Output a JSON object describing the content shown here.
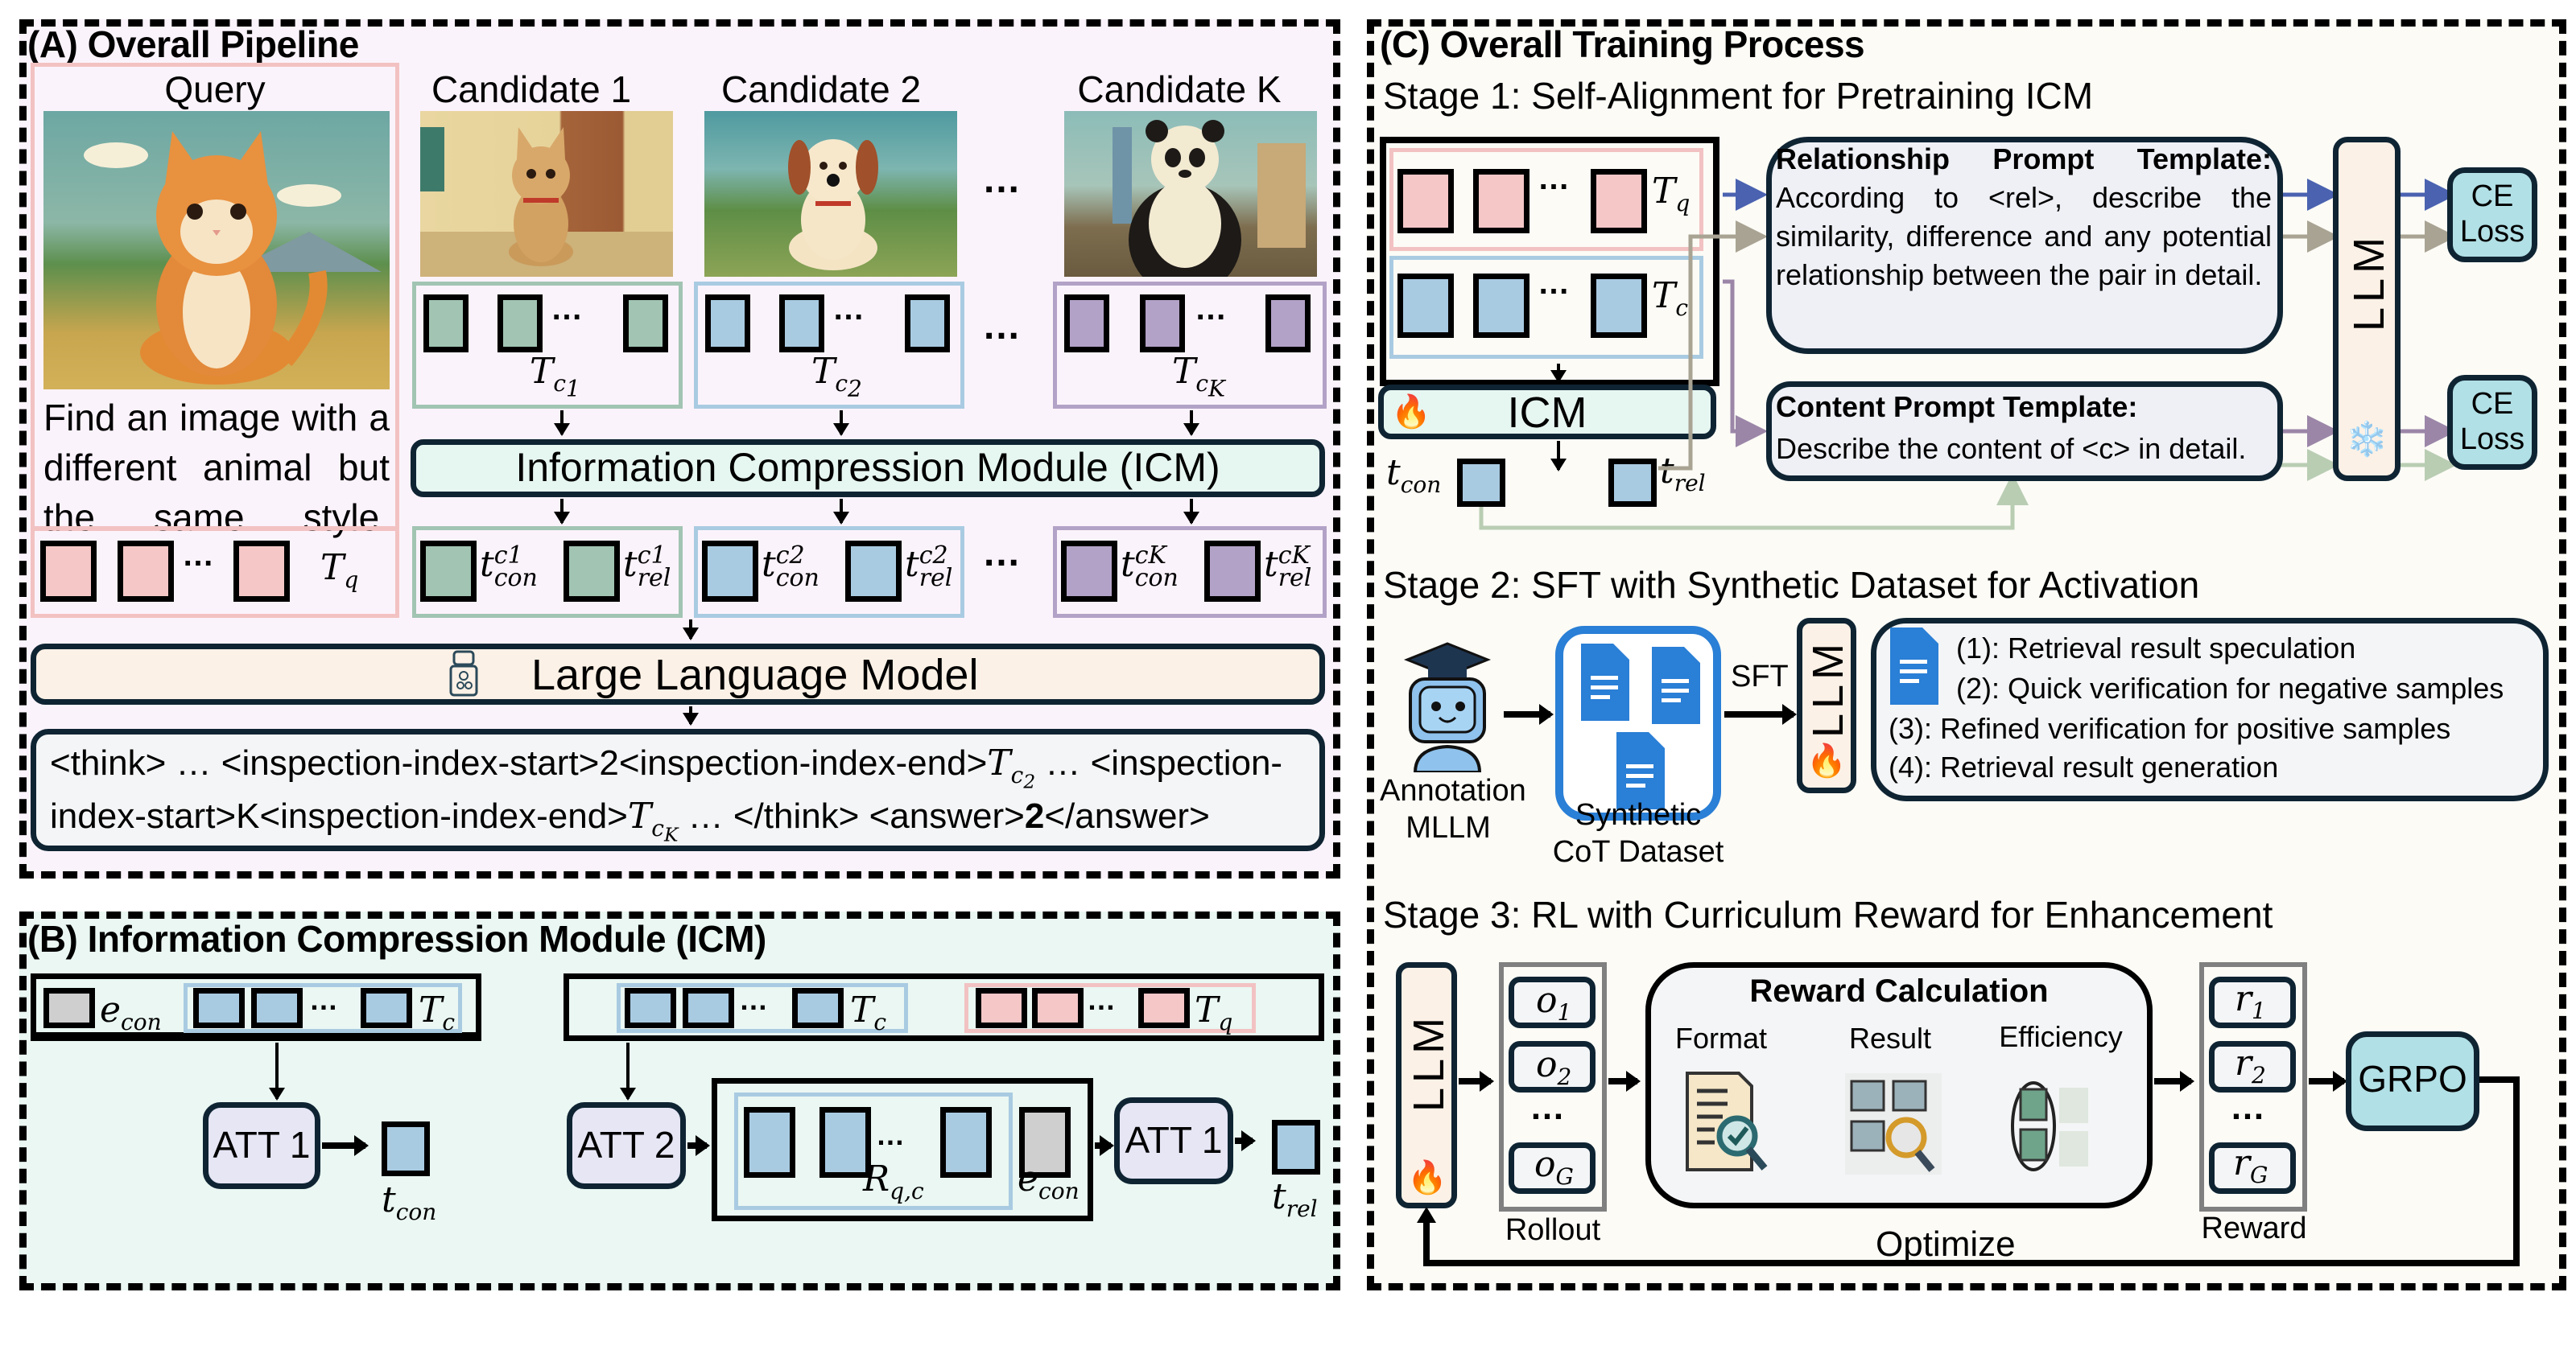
{
  "panel_a": {
    "title": "(A) Overall Pipeline",
    "query_label": "Query",
    "query_text": "Find an image with a different animal but the same style.",
    "query_images": {
      "query": "orange tabby cat cartoon in a grassy field with hills",
      "c1": "striped tabby cat with red collar in front of a door",
      "c2": "cream puppy with red collar on grass",
      "cK": "panda walking down a city street with palm trees"
    },
    "candidates": [
      {
        "label": "Candidate 1",
        "tokens_sym": "T",
        "tokens_sub": "c",
        "tokens_subsub": "1",
        "color": "#a2c4b3",
        "out_sup": "c1"
      },
      {
        "label": "Candidate 2",
        "tokens_sym": "T",
        "tokens_sub": "c",
        "tokens_subsub": "2",
        "color": "#a9cbe2",
        "out_sup": "c2"
      },
      {
        "label": "Candidate K",
        "tokens_sym": "T",
        "tokens_sub": "c",
        "tokens_subsub": "K",
        "color": "#b3a2c7",
        "out_sup": "cK"
      }
    ],
    "ellipsis": "…",
    "icm_label": "Information Compression Module (ICM)",
    "query_tokens_label": "T",
    "query_tokens_sub": "q",
    "t_con": "t",
    "con_sub": "con",
    "rel_sub": "rel",
    "llm_label": "Large Language Model",
    "output": {
      "line1_a": "<think> … <inspection-index-start>2<inspection-index-end>",
      "line1_math": "T",
      "line1_sub": "c",
      "line1_subsub": "2",
      "line1_b": " … <inspection-",
      "line2_a": "index-start>K<inspection-index-end>",
      "line2_math": "T",
      "line2_sub": "c",
      "line2_subsub": "K",
      "line2_b": " … </think> <answer>",
      "answer": "2",
      "line2_c": "</answer>"
    }
  },
  "panel_b": {
    "title": "(B) Information Compression Module (ICM)",
    "e_con": "e",
    "e_con_sub": "con",
    "T_c": "T",
    "T_c_sub": "c",
    "T_q_sub": "q",
    "att1": "ATT 1",
    "att2": "ATT 2",
    "t_con_sub": "con",
    "t_rel_sub": "rel",
    "R_qc": "R",
    "R_qc_sub": "q,c"
  },
  "panel_c": {
    "title": "(C) Overall Training Process",
    "stage1": {
      "title": "Stage 1: Self-Alignment for Pretraining ICM",
      "icm": "ICM",
      "rel_template_title": "Relationship Prompt Template:",
      "rel_template_body": "According to <rel>, describe the similarity, difference and any potential relationship between the pair in detail.",
      "con_template_title": "Content Prompt Template:",
      "con_template_body": "Describe the content of <c> in detail.",
      "llm": "LLM",
      "ce_loss": "CE Loss",
      "colors": {
        "rel_arrow": "#4a62b0",
        "gray_arrow": "#a9a393",
        "purple_arrow": "#9b86a8",
        "green_arrow": "#b9cdb3"
      }
    },
    "stage2": {
      "title": "Stage 2: SFT with Synthetic Dataset for Activation",
      "annotator": "Annotation MLLM",
      "dataset": "Synthetic CoT Dataset",
      "sft": "SFT",
      "llm": "LLM",
      "steps": [
        "(1): Retrieval result speculation",
        "(2): Quick verification for negative samples",
        "(3): Refined verification for positive samples",
        "(4): Retrieval result generation"
      ]
    },
    "stage3": {
      "title": "Stage 3: RL with Curriculum Reward for Enhancement",
      "llm": "LLM",
      "rollout": "Rollout",
      "outputs": [
        {
          "sym": "o",
          "sub": "1"
        },
        {
          "sym": "o",
          "sub": "2"
        },
        {
          "sym": "o",
          "sub": "G"
        }
      ],
      "reward_calc_title": "Reward Calculation",
      "reward_types": [
        "Format",
        "Result",
        "Efficiency"
      ],
      "rewards": [
        {
          "sym": "r",
          "sub": "1"
        },
        {
          "sym": "r",
          "sub": "2"
        },
        {
          "sym": "r",
          "sub": "G"
        }
      ],
      "reward_label": "Reward",
      "grpo": "GRPO",
      "optimize": "Optimize"
    }
  }
}
